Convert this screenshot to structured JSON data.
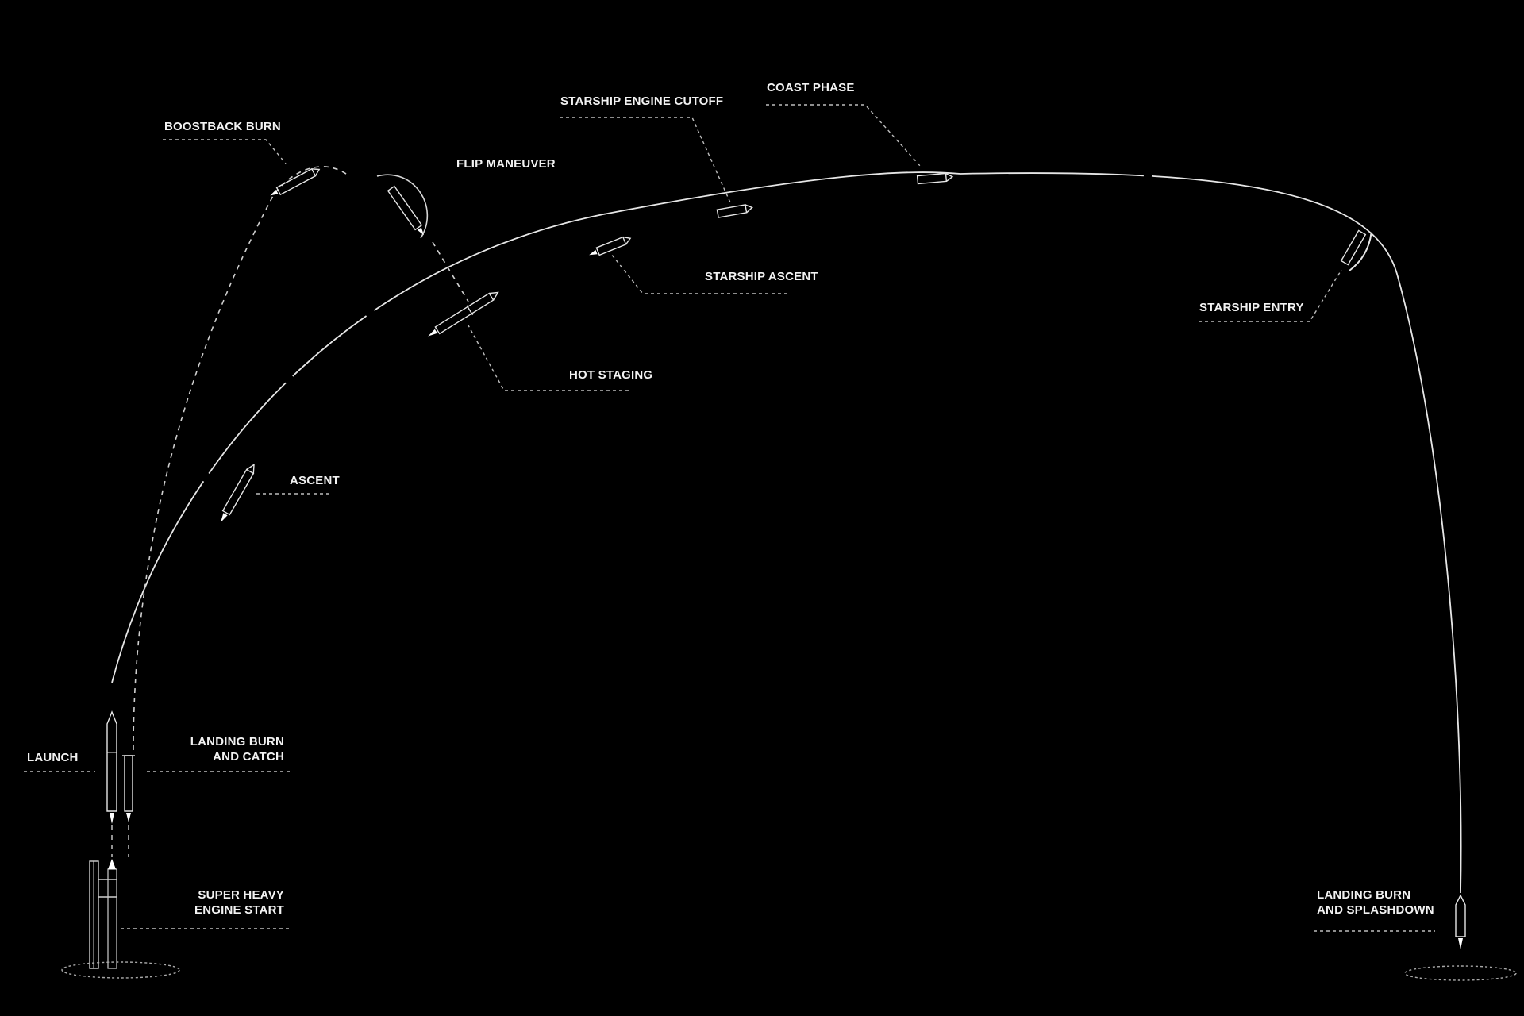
{
  "labels": {
    "boostback_burn": "BOOSTBACK BURN",
    "flip_maneuver": "FLIP MANEUVER",
    "starship_engine_cutoff": "STARSHIP ENGINE CUTOFF",
    "coast_phase": "COAST PHASE",
    "starship_ascent": "STARSHIP ASCENT",
    "starship_entry": "STARSHIP ENTRY",
    "hot_staging": "HOT STAGING",
    "ascent": "ASCENT",
    "launch": "LAUNCH",
    "landing_burn_catch": "LANDING BURN\nAND CATCH",
    "super_heavy_engine_start": "SUPER HEAVY\nENGINE START",
    "landing_burn_splashdown": "LANDING BURN\nAND SPLASHDOWN"
  },
  "colors": {
    "background": "#000000",
    "line": "#e8e8e8",
    "dashed_leader": "#bdbdbd",
    "text": "#f2f2f2"
  }
}
